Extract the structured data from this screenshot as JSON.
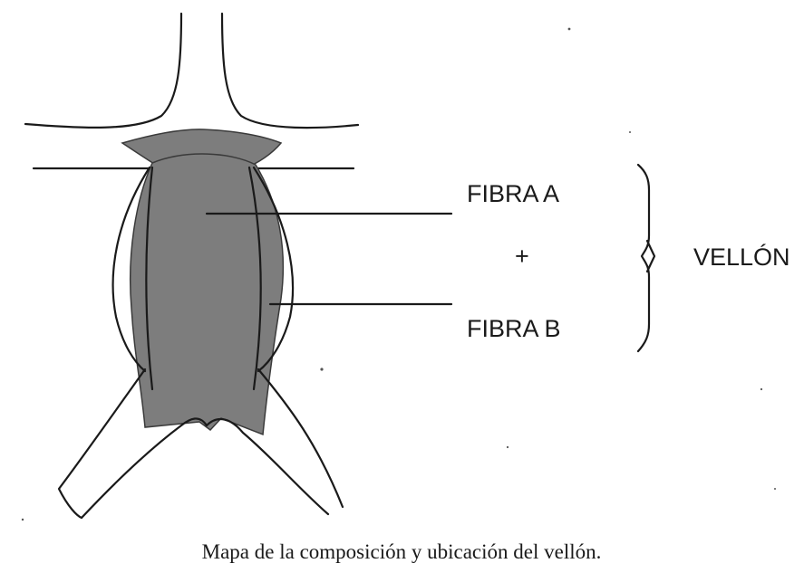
{
  "labels": {
    "fiber_a": "FIBRA A",
    "plus": "+",
    "fiber_b": "FIBRA B",
    "fleece": "VELLÓN"
  },
  "caption": "Mapa de la composición y ubicación del vellón.",
  "colors": {
    "fleece_fill": "#7d7d7d",
    "outline": "#1a1a1a",
    "background": "#ffffff"
  }
}
